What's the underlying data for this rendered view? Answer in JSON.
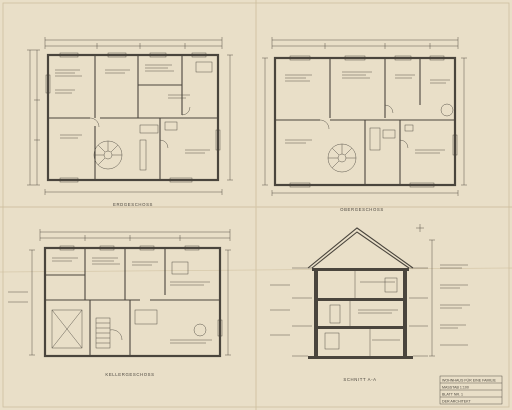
{
  "plans": {
    "ground": {
      "title": "ERDGESCHOSS"
    },
    "upper": {
      "title": "OBERGESCHOSS"
    },
    "cellar": {
      "title": "KELLERGESCHOSS"
    },
    "section": {
      "title": "SCHNITT A-A"
    }
  },
  "title_block": {
    "lines": [
      "WOHNHAUS FÜR EINE FAMILIE",
      "MASSTAB 1:100",
      "BLATT NR. 1",
      "DER ARCHITEKT"
    ]
  },
  "colors": {
    "paper": "#e9dfc8",
    "ink": "#4a453d",
    "fold": "#d9ccb0"
  }
}
